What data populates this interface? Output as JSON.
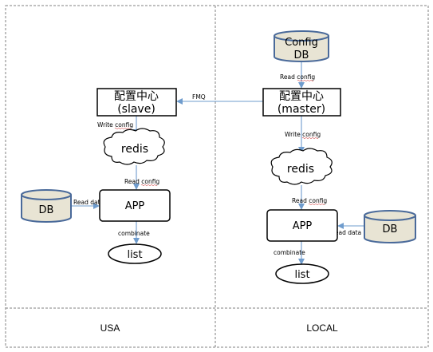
{
  "regions": {
    "left": "USA",
    "right": "LOCAL"
  },
  "nodes": {
    "config_db": {
      "line1": "Config",
      "line2": "DB"
    },
    "config_center_master": {
      "line1": "配置中心",
      "line2": "(master)"
    },
    "config_center_slave": {
      "line1": "配置中心",
      "line2": "(slave)"
    },
    "redis_left": "redis",
    "redis_right": "redis",
    "app_left": "APP",
    "app_right": "APP",
    "db_left": "DB",
    "db_right": "DB",
    "list_left": "list",
    "list_right": "list"
  },
  "edges": {
    "fmq": "FMQ",
    "read_config_top": "Read config",
    "write_config_left": "Write config",
    "write_config_right": "Write config",
    "read_config_left": "Read config",
    "read_config_right": "Read config",
    "read_data_left": "Read data",
    "read_data_right": "Read data",
    "combinate_left": "combinate",
    "combinate_right": "combinate"
  },
  "colors": {
    "db_fill": "#e8e4d4",
    "db_stroke": "#4a6a9a",
    "arrow": "#6f9ccd",
    "frame": "#808080"
  }
}
